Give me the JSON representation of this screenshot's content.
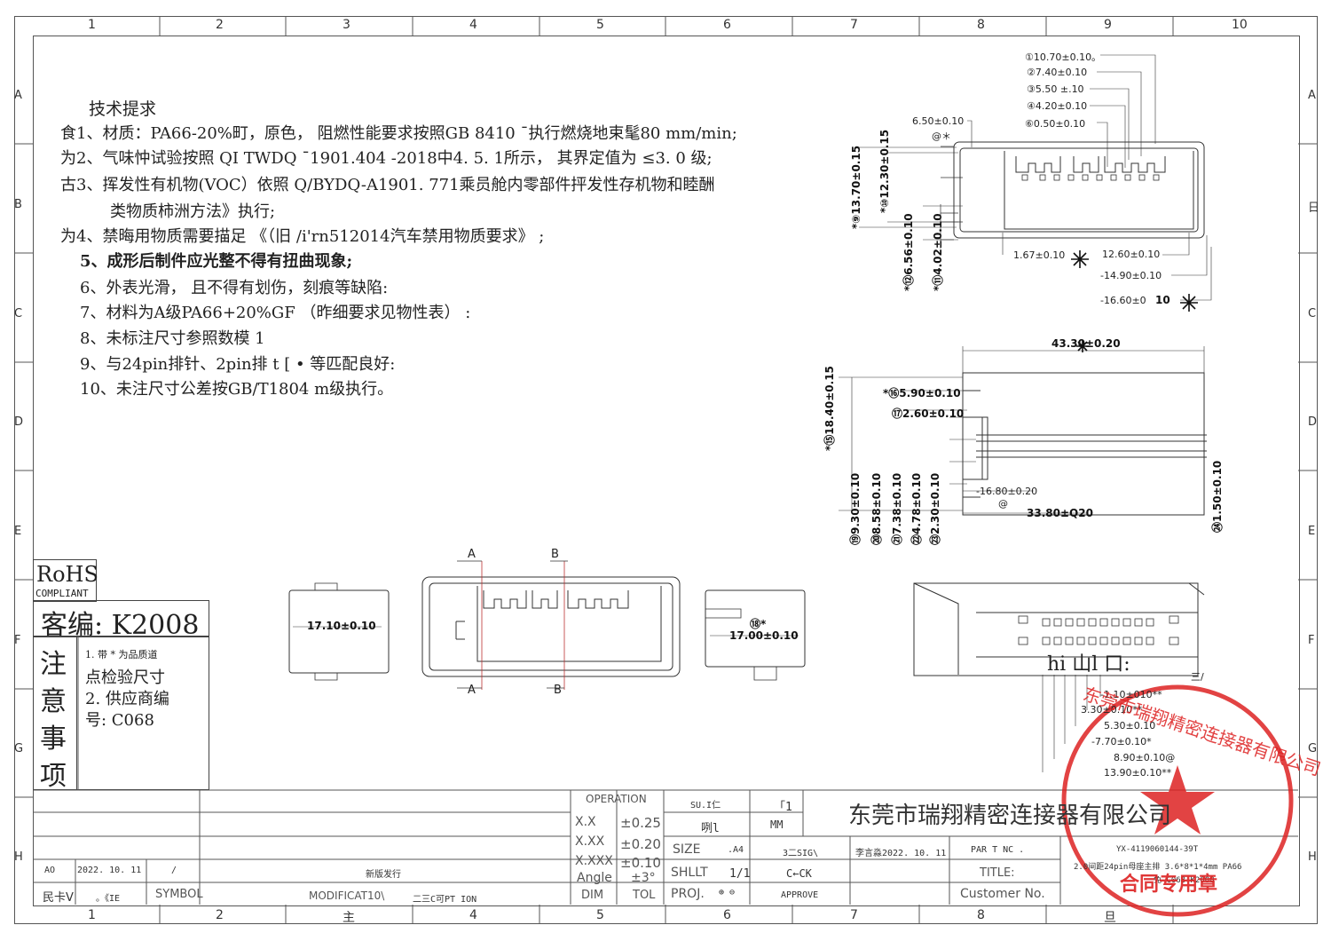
{
  "zones": {
    "numbers": [
      "1",
      "2",
      "3",
      "4",
      "5",
      "6",
      "7",
      "8",
      "9",
      "10"
    ],
    "bottom_numbers": [
      "1",
      "2",
      "主",
      "4",
      "5",
      "6",
      "7",
      "8",
      "旦"
    ],
    "letters_left": [
      "A",
      "B",
      "C",
      "D",
      "E",
      "F",
      "G",
      "H"
    ],
    "letters_right": [
      "A",
      "日",
      "C",
      "D",
      "E",
      "F",
      "G",
      "H"
    ]
  },
  "requirements": {
    "title": "技术提求",
    "items": [
      "食1、材质：PA66-20%町，原色， 阻燃性能要求按照GB 8410 ¯执行燃烧地束髦80 mm/min;",
      "为2、气味忡试验按照  QI TWDQ ¯1901.404 -2018中4. 5. 1所示， 其界定值为 ≤3. 0 级;",
      "古3、挥发性有机物(VOC）依照 Q/BYDQ-A1901. 771乘员舱内零部件抨发性存机物和睦酬",
      "类物质柿洲方法》执行;",
      "为4、禁晦用物质需要描足 《（旧 /i'rn512014汽车禁用物质要求》 ;",
      "5、成形后制件应光整不得有扭曲现象;",
      "6、外表光滑，   且不得有划伤，刻痕等缺陷:",
      "7、材料为A级PA66+20%GF （昨细要求见物性表） :",
      "8、未标注尺寸参照数模 1",
      "9、与24pin排针、2pin排 t [ • 等匹配良好:",
      "10、未注尺寸公差按GB/T1804 m级执行。"
    ]
  },
  "rohs": {
    "title": "RoHS",
    "subtitle": "COMPLIANT"
  },
  "customer": {
    "code": "客编: K2008"
  },
  "notes": {
    "title_chars": [
      "注",
      "意",
      "事",
      "项"
    ],
    "line1": "1. 带 * 为品质道",
    "line2": "点检验尺寸",
    "line3": "2. 供应商编",
    "line4": "号: C068"
  },
  "dims_top": [
    "①10.70±0.10。",
    "②7.40±0.10",
    "③5.50 ±.10",
    "④4.20±0.10",
    "⑥0.50±0.10",
    "6.50±0.10",
    "@＊",
    "1.67±0.10",
    "12.60±0.10",
    "-14.90±0.10",
    "-16.60±0",
    "10"
  ],
  "dims_top_vertical": [
    "*⑨13.70±0.15",
    "*⑩12.30±0.15",
    "*⑫6.56±0.10",
    "*⑪4.02±0.10"
  ],
  "dims_side": [
    "43.30±0.20",
    "*⑯5.90±0.10",
    "⑰2.60±0.10",
    "-16.80±0.20",
    "33.80±Q20",
    "@"
  ],
  "dims_side_vertical": [
    "*⑮18.40±0.15",
    "⑲9.30±0.10",
    "⑳8.58±0.10",
    "㉑7.38±0.10",
    "㉒4.78±0.10",
    "㉓2.30±0.10",
    "㉔1.50±0.10"
  ],
  "section_labels": {
    "a1": "A",
    "b1": "B",
    "a2": "A",
    "b2": "B"
  },
  "section_dims": {
    "left": "17.10±0.10",
    "right": "17.00±0.10",
    "right_mark": "⑱*"
  },
  "bottom_view": {
    "garble": "hi 山l   口:",
    "dims": [
      "-1.10±010**",
      "3.30±0.10**",
      "5.30±0.10",
      "-7.70±0.10*",
      "8.90±0.10@",
      "13.90±0.10**"
    ],
    "mark": "三/"
  },
  "title_block": {
    "company": "东莞市瑞翔精密连接器有限公司",
    "operation": "OPERATION",
    "tolerances": [
      {
        "k": "X.X",
        "v": "±0.25"
      },
      {
        "k": "X.XX",
        "v": "±0.20"
      },
      {
        "k": "X.XXX",
        "v": "±0.10"
      },
      {
        "k": "Angle",
        "v": "±3°"
      },
      {
        "k": "DIM",
        "v": "TOL"
      }
    ],
    "scale_label": "SU.I仁",
    "scale_val": "「1",
    "unit_label": "咧l",
    "unit_val": "MM",
    "size_label": "SIZE",
    "size_val": ".A4",
    "sheet_label": "SHLLT",
    "sheet_val": "1/1",
    "proj_label": "PROJ.",
    "proj_val": "⊕ ⊖",
    "design_label": "3二SIG\\",
    "check_label": "C←CK",
    "approve_label": "APPROVE",
    "designer": "李言淼2022. 10. 11",
    "part_label": "PAR T NC .",
    "part_no": "YX-4119060144-39T",
    "title_label": "TITLE:",
    "title_val": "2.0间距24pin母座主排 3.6*8*1*4mm PA66",
    "customer_no_label": "Customer No.",
    "customer_no_val": "免 C068 K2008",
    "rev": "AO",
    "rev_date": "2022. 10. 11",
    "rev_sym": "/",
    "rev_desc": "新版发行",
    "row_labels": [
      "民卡V",
      "。《IE",
      "SYMBOL",
      "MODIFICAT10\\",
      "二三C可PT ION"
    ]
  },
  "stamp": {
    "text": "东莞市瑞翔精密连接器有限公司",
    "sub": "合同专用章"
  }
}
